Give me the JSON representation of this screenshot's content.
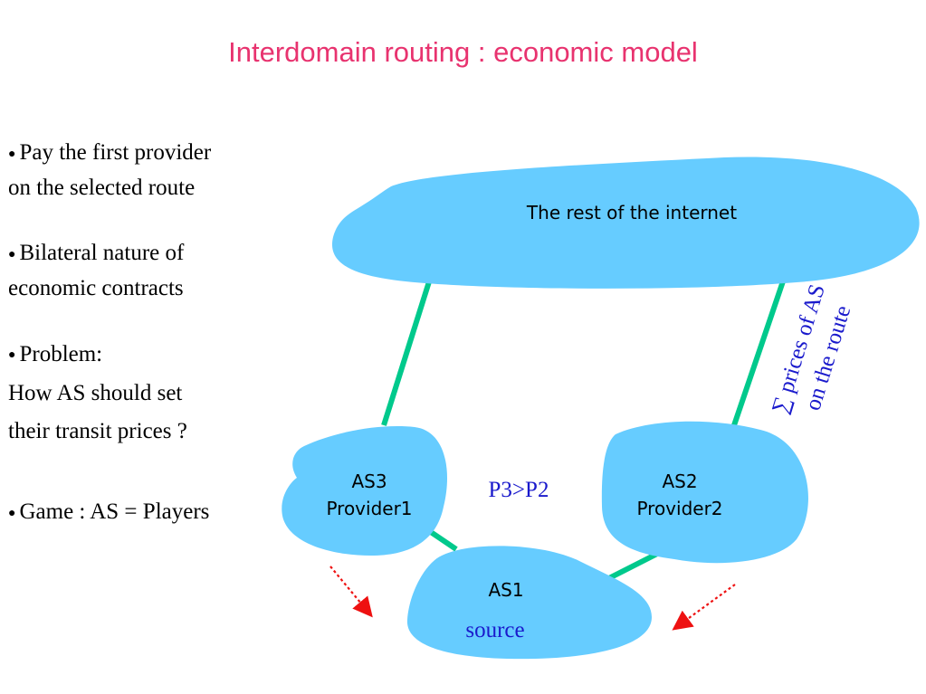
{
  "title": "Interdomain routing : economic model",
  "bullets": [
    {
      "lines": [
        "Pay the first provider",
        "on the selected route"
      ]
    },
    {
      "lines": [
        "Bilateral nature of",
        "economic contracts"
      ]
    },
    {
      "lines": [
        "Problem:",
        "How AS  should set",
        "their transit prices ?"
      ]
    },
    {
      "lines": [
        "Game : AS = Players"
      ]
    }
  ],
  "diagram": {
    "internet_label": "The rest of the internet",
    "as3": {
      "name": "AS3",
      "role": "Provider1"
    },
    "as2": {
      "name": "AS2",
      "role": "Provider2"
    },
    "as1": {
      "name": "AS1",
      "role": "source"
    },
    "comparison": "P3>P2",
    "sum_label_line1": "∑ prices of AS",
    "sum_label_line2": "on the route"
  },
  "colors": {
    "title": "#e8336f",
    "cloud": "#66ccff",
    "link": "#00c98c",
    "blue_text": "#1a1acc",
    "arrow": "#ee1111"
  }
}
